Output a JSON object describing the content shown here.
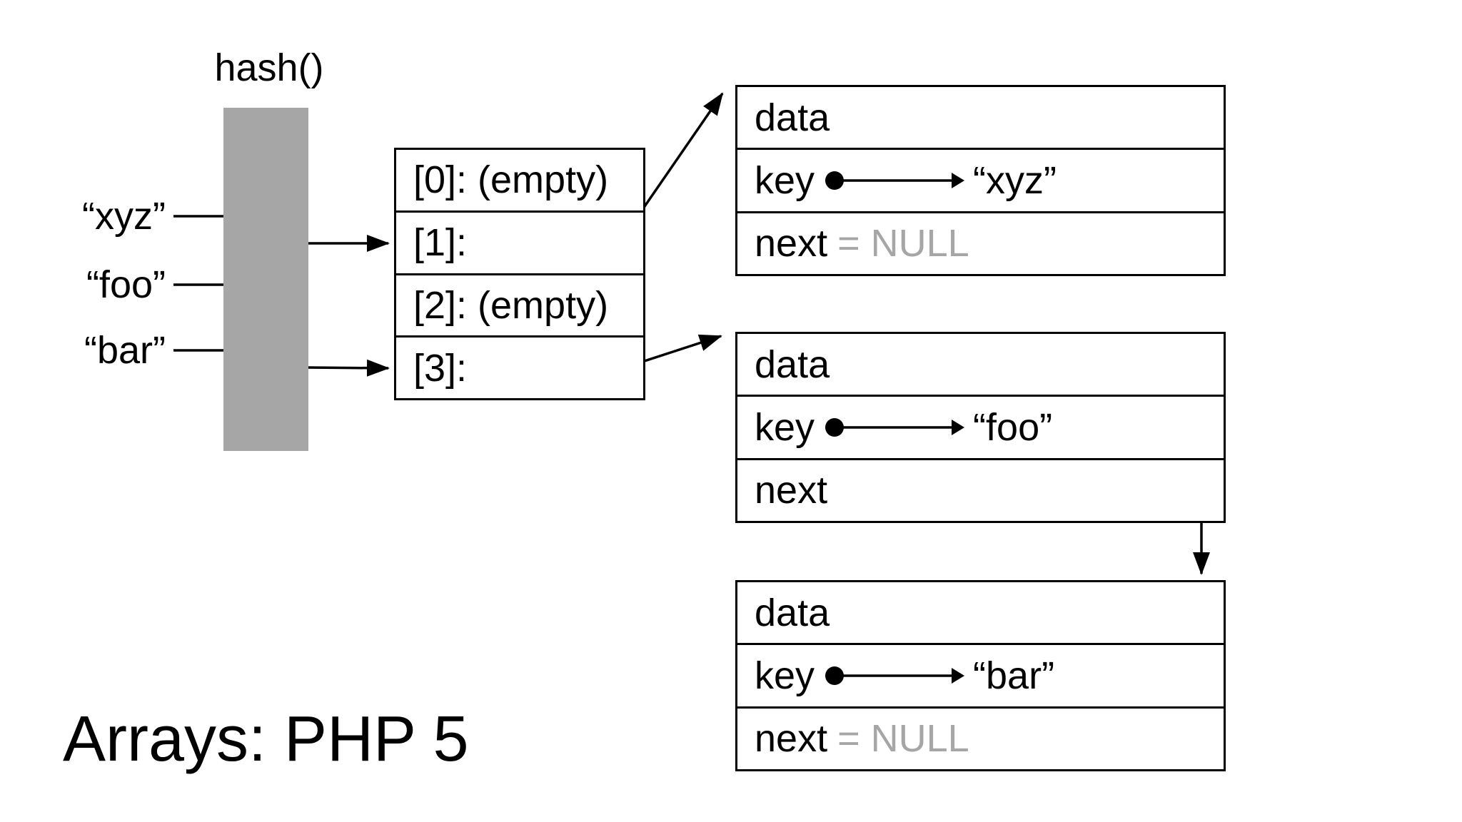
{
  "slide_title": "Arrays: PHP 5",
  "hash_function": {
    "label": "hash()"
  },
  "input_keys": [
    {
      "label": "“xyz”"
    },
    {
      "label": "“foo”"
    },
    {
      "label": "“bar”"
    }
  ],
  "bucket_array": {
    "slots": [
      {
        "label": "[0]: (empty)"
      },
      {
        "label": "[1]:"
      },
      {
        "label": "[2]: (empty)"
      },
      {
        "label": "[3]:"
      }
    ]
  },
  "nodes": [
    {
      "data_label": "data",
      "key_label": "key",
      "key_value": "“xyz”",
      "next_label": "next",
      "next_value": "= NULL"
    },
    {
      "data_label": "data",
      "key_label": "key",
      "key_value": "“foo”",
      "next_label": "next",
      "next_value": ""
    },
    {
      "data_label": "data",
      "key_label": "key",
      "key_value": "“bar”",
      "next_label": "next",
      "next_value": "= NULL"
    }
  ],
  "colors": {
    "hash_bar_fill": "#a6a6a6",
    "null_text": "#a6a6a6",
    "line": "#000000",
    "background": "#ffffff"
  }
}
